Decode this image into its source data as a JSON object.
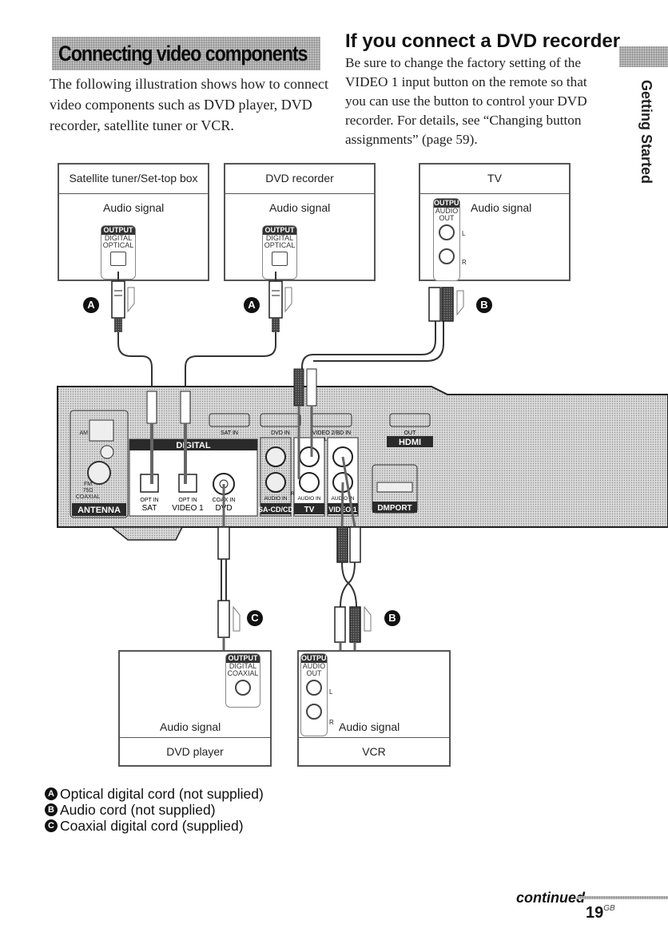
{
  "section": {
    "title": "Connecting video components",
    "intro": "The following illustration shows how to connect video components such as DVD player, DVD recorder, satellite tuner or VCR."
  },
  "note": {
    "heading": "If you connect a DVD recorder",
    "body": "Be sure to change the factory setting of the VIDEO 1 input button on the remote so that you can use the button to control your DVD recorder. For details, see “Changing button assignments” (page 59)."
  },
  "side_tab": {
    "label": "Getting Started"
  },
  "devices": {
    "satellite": {
      "name": "Satellite tuner/Set-top box",
      "signal": "Audio signal",
      "plate_header": "OUTPUT",
      "plate_lines": [
        "DIGITAL",
        "OPTICAL"
      ],
      "cord": "A"
    },
    "dvd_recorder": {
      "name": "DVD recorder",
      "signal": "Audio signal",
      "plate_header": "OUTPUT",
      "plate_lines": [
        "DIGITAL",
        "OPTICAL"
      ],
      "cord": "A"
    },
    "tv": {
      "name": "TV",
      "signal": "Audio signal",
      "plate_header": "OUTPUT",
      "plate_lines": [
        "AUDIO",
        "OUT"
      ],
      "channels": [
        "L",
        "R"
      ],
      "cord": "B"
    },
    "dvd_player": {
      "name": "DVD player",
      "signal": "Audio signal",
      "plate_header": "OUTPUT",
      "plate_lines": [
        "DIGITAL",
        "COAXIAL"
      ],
      "cord": "C"
    },
    "vcr": {
      "name": "VCR",
      "signal": "Audio signal",
      "plate_header": "OUTPUT",
      "plate_lines": [
        "AUDIO",
        "OUT"
      ],
      "channels": [
        "L",
        "R"
      ],
      "cord": "B"
    }
  },
  "receiver": {
    "antenna_label": "ANTENNA",
    "am_label": "AM",
    "fm_label": [
      "FM",
      "75Ω",
      "COAXIAL"
    ],
    "digital_label": "DIGITAL",
    "digital_inputs": [
      {
        "top": "OPT IN",
        "bottom": "SAT"
      },
      {
        "top": "OPT IN",
        "bottom": "VIDEO 1"
      },
      {
        "top": "COAX IN",
        "bottom": "DVD"
      }
    ],
    "hdmi_inputs": [
      "SAT IN",
      "DVD IN",
      "VIDEO 2/BD IN"
    ],
    "hdmi_out": "OUT",
    "hdmi_label": "HDMI",
    "audio_groups": [
      {
        "caption": "AUDIO IN",
        "label": "SA-CD/CD"
      },
      {
        "caption": "AUDIO IN",
        "label": "TV"
      },
      {
        "caption": "AUDIO IN",
        "label": "VIDEO 1"
      }
    ],
    "channel_labels": [
      "L",
      "R"
    ],
    "dmport_label": "DMPORT"
  },
  "legend": [
    {
      "badge": "A",
      "text": "Optical digital cord (not supplied)"
    },
    {
      "badge": "B",
      "text": "Audio cord (not supplied)"
    },
    {
      "badge": "C",
      "text": "Coaxial digital cord (supplied)"
    }
  ],
  "footer": {
    "continued": "continued",
    "page": "19",
    "page_suffix": "GB"
  }
}
